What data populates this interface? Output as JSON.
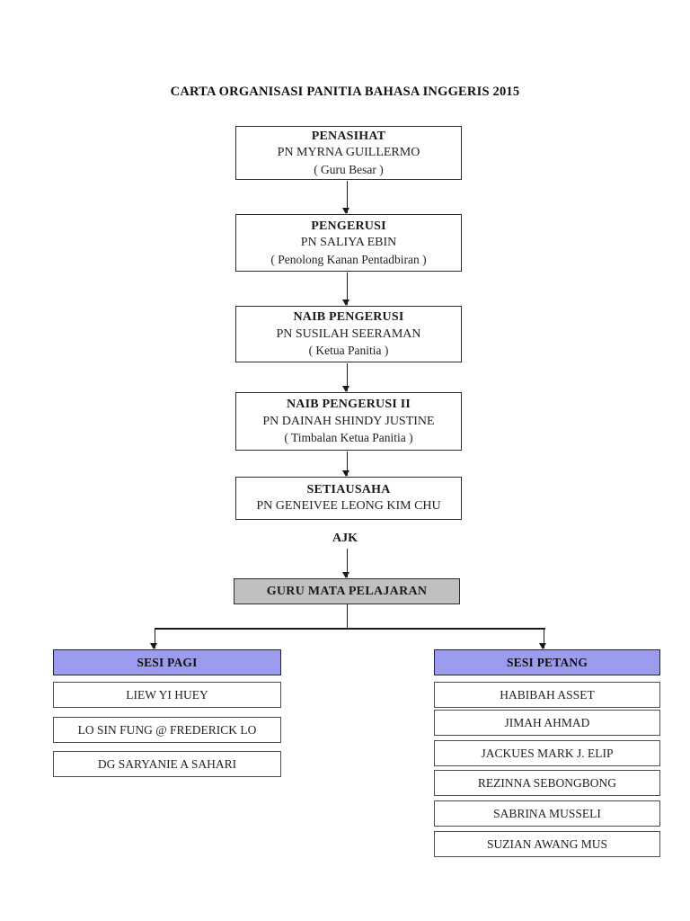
{
  "page": {
    "title": "CARTA ORGANISASI PANITIA BAHASA INGGERIS 2015"
  },
  "colors": {
    "session_header_fill": "#9b9bf0",
    "subject_teacher_fill": "#c0c0c0",
    "line_color": "#1a1a1a"
  },
  "org_chain": [
    {
      "role": "PENASIHAT",
      "name": "PN MYRNA GUILLERMO",
      "note": "( Guru Besar )"
    },
    {
      "role": "PENGERUSI",
      "name": "PN SALIYA EBIN",
      "note": "( Penolong Kanan Pentadbiran )"
    },
    {
      "role": "NAIB PENGERUSI",
      "name": "PN SUSILAH SEERAMAN",
      "note": "( Ketua Panitia )"
    },
    {
      "role": "NAIB PENGERUSI II",
      "name": "PN DAINAH SHINDY JUSTINE",
      "note": "( Timbalan Ketua Panitia )"
    },
    {
      "role": "SETIAUSAHA",
      "name": "PN GENEIVEE LEONG KIM CHU",
      "note": ""
    }
  ],
  "ajk_label": "AJK",
  "subject_teachers_label": "GURU MATA PELAJARAN",
  "sessions": [
    {
      "label": "SESI PAGI",
      "members": [
        "LIEW YI HUEY",
        "LO SIN FUNG @ FREDERICK LO",
        "DG SARYANIE A SAHARI"
      ]
    },
    {
      "label": "SESI PETANG",
      "members": [
        "HABIBAH ASSET",
        "JIMAH AHMAD",
        "JACKUES MARK J. ELIP",
        "REZINNA SEBONGBONG",
        "SABRINA MUSSELI",
        "SUZIAN AWANG MUS"
      ]
    }
  ]
}
